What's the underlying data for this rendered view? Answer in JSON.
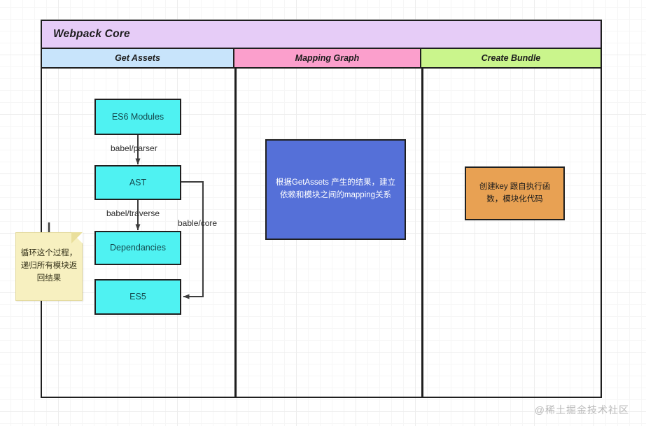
{
  "diagram": {
    "title": "Webpack Core",
    "lanes": [
      {
        "id": "get-assets",
        "label": "Get Assets",
        "color": "#c8e4fb"
      },
      {
        "id": "mapping-graph",
        "label": "Mapping Graph",
        "color": "#fb9fcc"
      },
      {
        "id": "create-bundle",
        "label": "Create Bundle",
        "color": "#caf58c"
      }
    ],
    "nodes": [
      {
        "id": "es6-modules",
        "label": "ES6 Modules",
        "lane": "get-assets",
        "color": "#4ff2f2"
      },
      {
        "id": "ast",
        "label": "AST",
        "lane": "get-assets",
        "color": "#4ff2f2"
      },
      {
        "id": "dependancies",
        "label": "Dependancies",
        "lane": "get-assets",
        "color": "#4ff2f2"
      },
      {
        "id": "es5",
        "label": "ES5",
        "lane": "get-assets",
        "color": "#4ff2f2"
      },
      {
        "id": "mapping-note",
        "label": "根据GetAssets 产生的结果，建立依赖和模块之间的mapping关系",
        "lane": "mapping-graph",
        "color": "#5570d8"
      },
      {
        "id": "bundle-note",
        "label": "创建key 跟自执行函数，模块化代码",
        "lane": "create-bundle",
        "color": "#e8a153"
      }
    ],
    "edges": [
      {
        "id": "es6-to-ast",
        "from": "es6-modules",
        "to": "ast",
        "label": "babel/parser"
      },
      {
        "id": "ast-to-deps",
        "from": "ast",
        "to": "dependancies",
        "label": "babel/traverse"
      },
      {
        "id": "ast-to-es5",
        "from": "ast",
        "to": "es5",
        "label": "bable/core"
      }
    ],
    "sticky_note": {
      "id": "loop-note",
      "text": "循环这个过程，递归所有模块返回结果",
      "color": "#f7f0c0"
    },
    "watermark": "@稀土掘金技术社区"
  }
}
